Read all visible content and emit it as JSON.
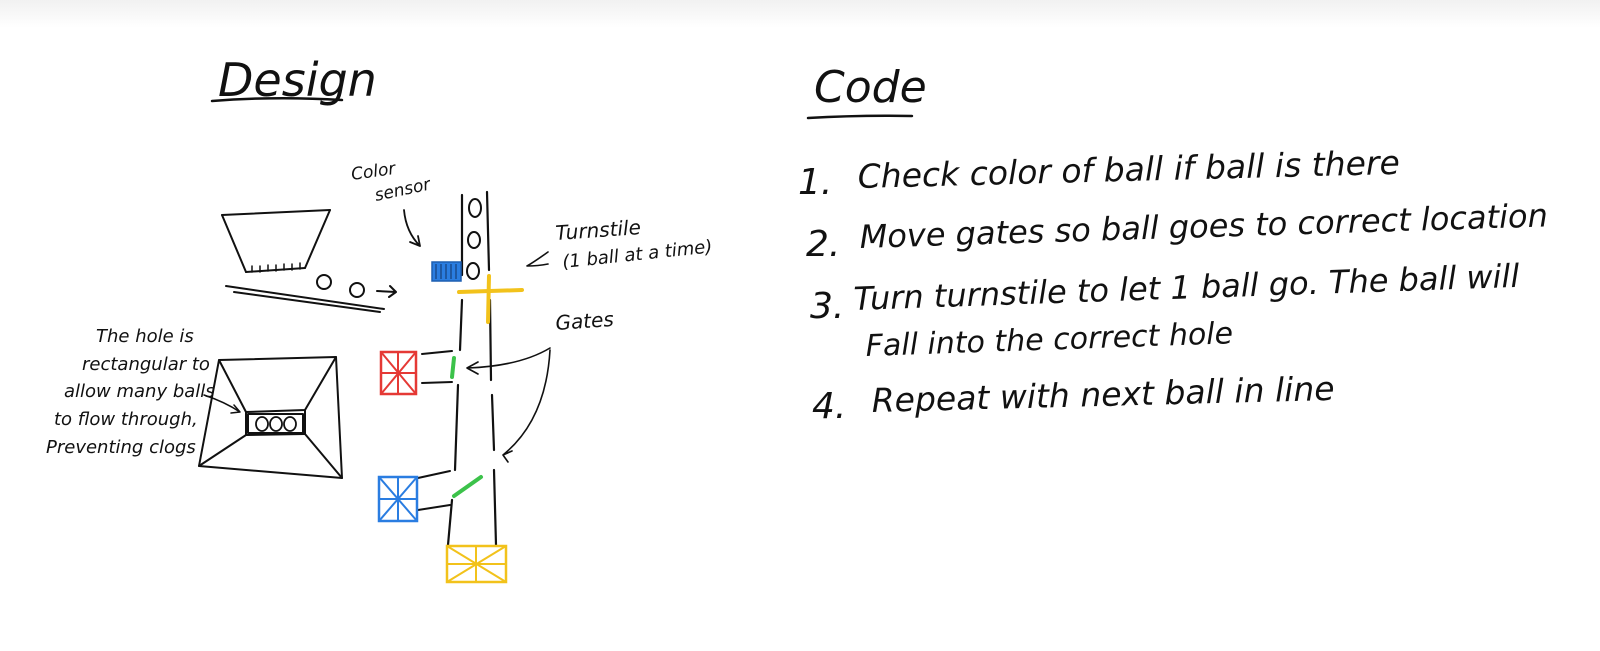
{
  "design": {
    "title": "Design",
    "labels": {
      "color_sensor": [
        "Color",
        "sensor"
      ],
      "turnstile": "Turnstile",
      "turnstile_note": "(1 ball at a time)",
      "gates": "Gates",
      "hole_note": [
        "The hole is",
        "rectangular to",
        "allow many balls",
        "to flow through,",
        "Preventing clogs"
      ]
    }
  },
  "code": {
    "title": "Code",
    "steps": [
      {
        "num": "1.",
        "lines": [
          "Check color of ball if ball is there"
        ]
      },
      {
        "num": "2.",
        "lines": [
          "Move gates so ball goes to correct location"
        ]
      },
      {
        "num": "3.",
        "lines": [
          "Turn turnstile to let 1 ball go. The ball will",
          "Fall into the correct hole"
        ]
      },
      {
        "num": "4.",
        "lines": [
          "Repeat with next ball in line"
        ]
      }
    ]
  },
  "colors": {
    "ink": "#111111",
    "sensor_blue": "#2a7de1",
    "turnstile_yellow": "#f2c21b",
    "gate_green": "#3cc24a",
    "bin_red": "#e53935",
    "bin_blue": "#2a7de1",
    "bin_yellow": "#f2c21b"
  }
}
